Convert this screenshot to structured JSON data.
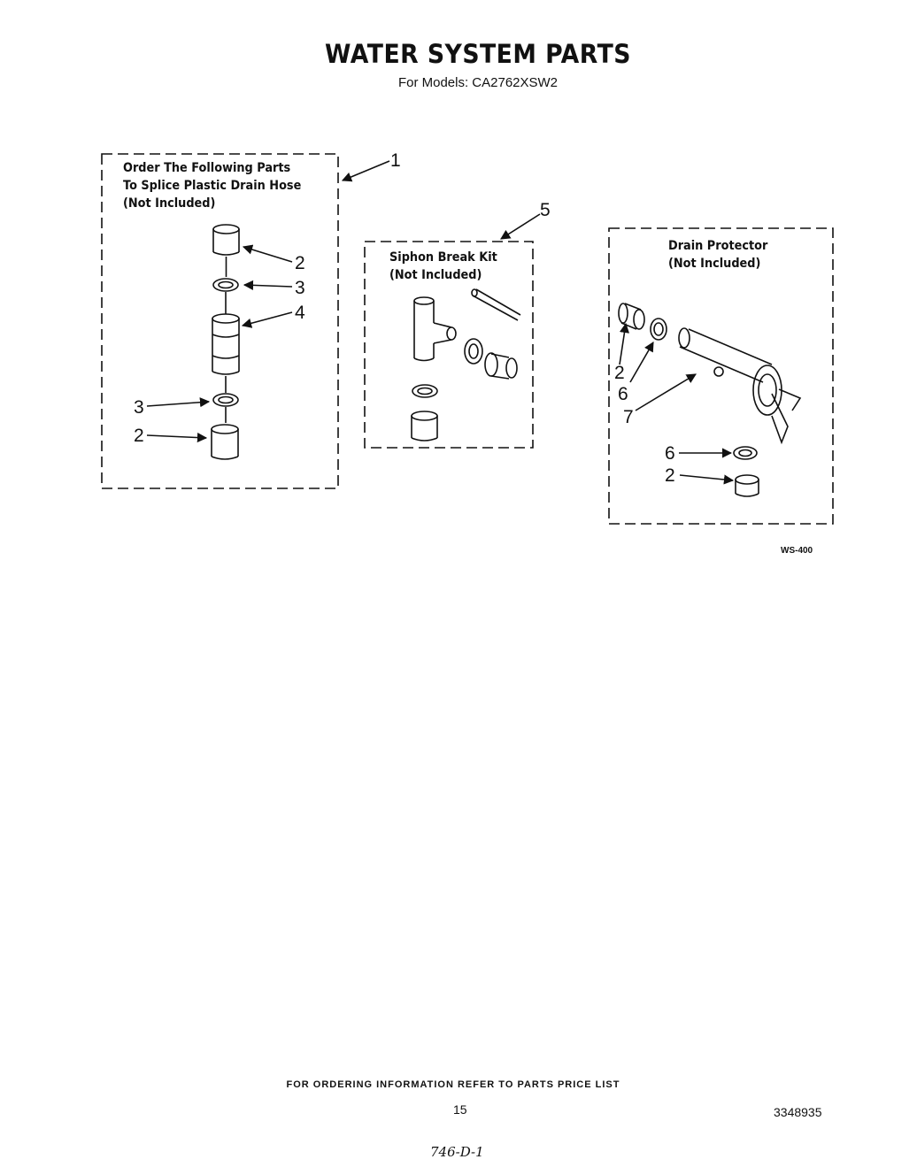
{
  "page": {
    "title": "WATER SYSTEM PARTS",
    "subtitle": "For Models: CA2762XSW2"
  },
  "groups": {
    "splice": {
      "label": "Order The Following Parts\nTo Splice Plastic Drain Hose\n(Not Included)",
      "callout": "1"
    },
    "siphon": {
      "label": "Siphon Break Kit\n(Not Included)",
      "callout": "5"
    },
    "drain_protector": {
      "label": "Drain Protector\n(Not Included)"
    }
  },
  "callouts": {
    "splice_2_top": "2",
    "splice_3_top": "3",
    "splice_4": "4",
    "splice_3_bottom": "3",
    "splice_2_bottom": "2",
    "protector_2_top": "2",
    "protector_6_top": "6",
    "protector_7": "7",
    "protector_6_bottom": "6",
    "protector_2_bottom": "2"
  },
  "figure_ref": "WS-400",
  "footer": {
    "ordering_note": "FOR ORDERING INFORMATION REFER TO PARTS PRICE LIST",
    "page_number": "15",
    "document_number": "3348935",
    "handwritten_note": "746-D-1"
  }
}
